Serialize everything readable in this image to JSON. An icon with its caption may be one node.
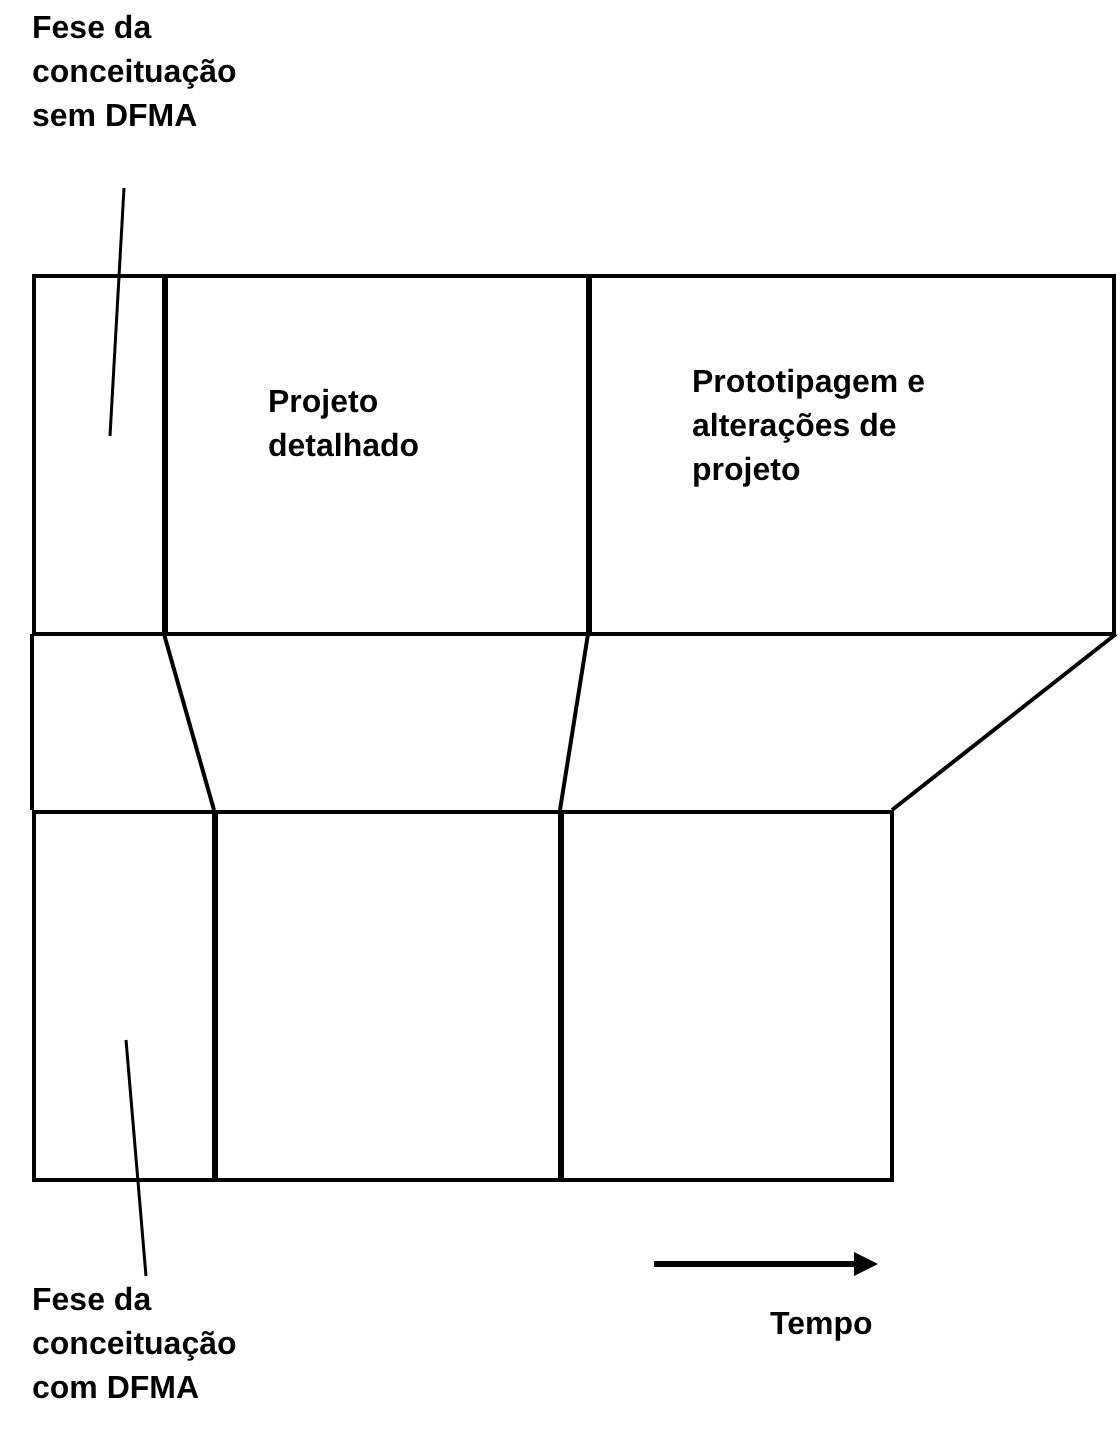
{
  "diagram": {
    "nodes": [
      {
        "text": [
          "Fese da conceituação sem DFMA"
        ]
      },
      {
        "text": [],
        "shape": "box"
      },
      {
        "text": [
          "Projeto detalhado"
        ]
      },
      {
        "text": [
          "Prototipagem e alterações de projeto"
        ]
      },
      {
        "text": [],
        "shape": "box"
      },
      {
        "text": [],
        "shape": "box"
      },
      {
        "text": [],
        "shape": "box"
      },
      {
        "text": [
          "Fese da conceituação com DFMA"
        ]
      }
    ],
    "edges": [
      {
        "from": 0,
        "to": 1,
        "arrow": "none"
      },
      {
        "from": 7,
        "to": 4,
        "arrow": "none"
      }
    ],
    "labels": [
      "Tempo"
    ]
  }
}
